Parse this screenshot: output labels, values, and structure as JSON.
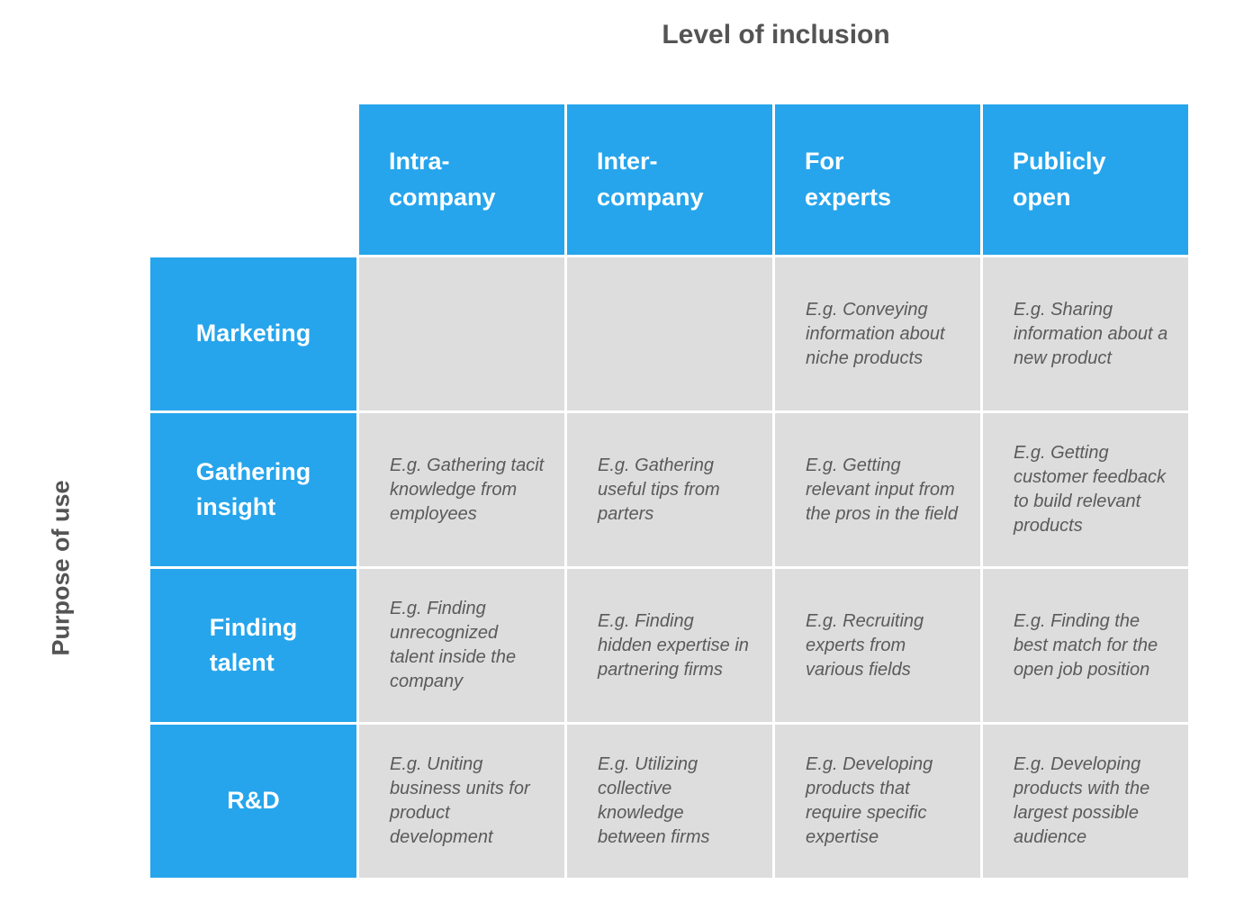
{
  "title": "Level of inclusion",
  "row_axis_title": "Purpose of use",
  "matrix": {
    "columns": [
      "Intra-\ncompany",
      "Inter-\ncompany",
      "For\nexperts",
      "Publicly\nopen"
    ],
    "rows": [
      "Marketing",
      "Gathering\ninsight",
      "Finding\ntalent",
      "R&D"
    ],
    "cells": [
      [
        "",
        "",
        "E.g. Conveying information about niche products",
        "E.g. Sharing information about a new product"
      ],
      [
        "E.g. Gathering tacit knowledge from employees",
        "E.g. Gathering useful tips from parters",
        "E.g. Getting relevant input from the pros in the field",
        "E.g. Getting customer feedback to build relevant products"
      ],
      [
        "E.g. Finding unrecognized talent inside the company",
        "E.g. Finding hidden expertise in partnering firms",
        "E.g. Recruiting experts from various fields",
        "E.g. Finding the best match for the open job position"
      ],
      [
        "E.g. Uniting business units for product development",
        "E.g. Utilizing collective knowledge between firms",
        "E.g. Developing products that require specific expertise",
        "E.g. Developing products with the largest possible audience"
      ]
    ]
  },
  "colors": {
    "header_blue": "#26A5EC",
    "cell_gray": "#DDDDDD",
    "cell_text": "#5A5A5A",
    "title_text": "#545454",
    "header_text": "#FFFFFF",
    "background": "#FFFFFF"
  }
}
